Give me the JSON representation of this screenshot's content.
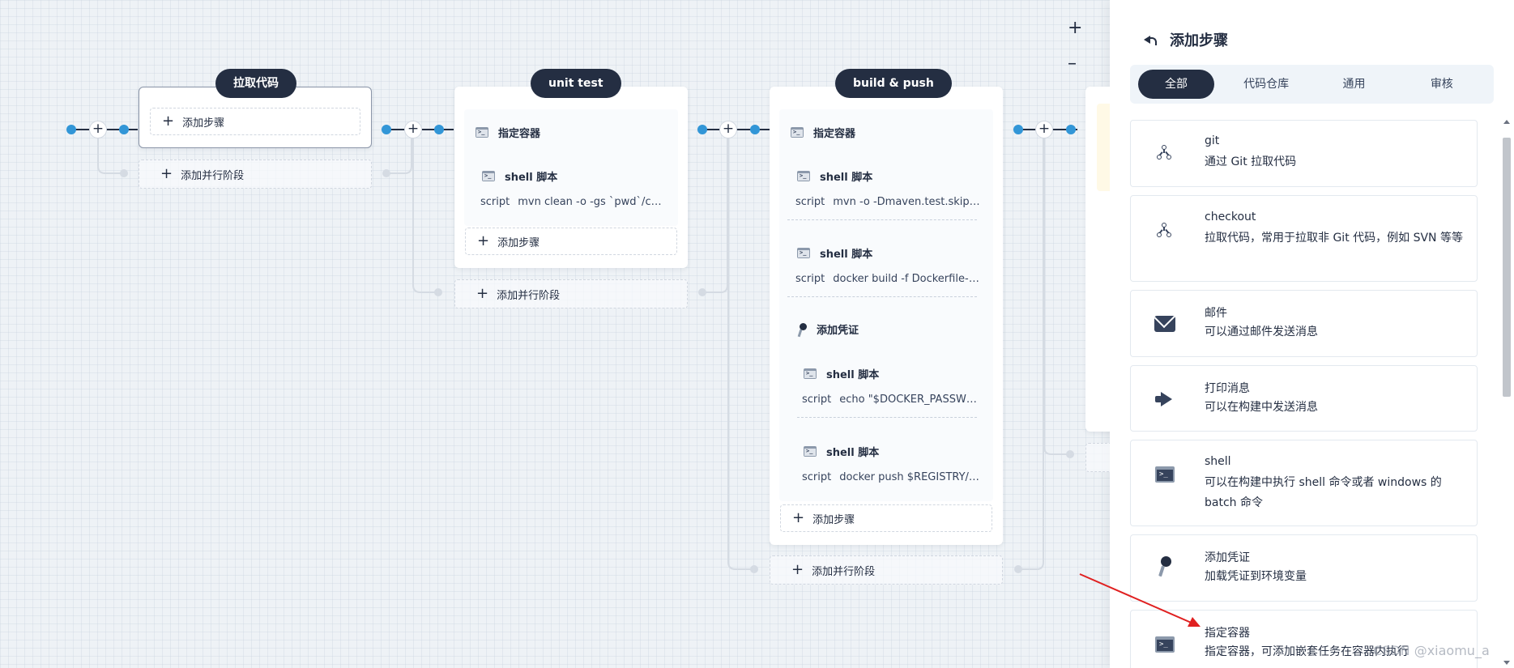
{
  "zoom": {
    "in": "+",
    "out": "–"
  },
  "stages": [
    {
      "title": "拉取代码",
      "add_step": "添加步骤",
      "add_parallel": "添加并行阶段"
    },
    {
      "title": "unit test",
      "container": "指定容器",
      "steps": [
        {
          "title": "shell 脚本",
          "label": "script",
          "value": "mvn clean -o -gs `pwd`/configuration/settings.xml test"
        }
      ],
      "add_step": "添加步骤",
      "add_parallel": "添加并行阶段"
    },
    {
      "title": "build & push",
      "container": "指定容器",
      "steps": [
        {
          "title": "shell 脚本",
          "label": "script",
          "value": "mvn -o -Dmaven.test.skip=true -gs `pwd`/configuration/settings.xml clean package"
        },
        {
          "title": "shell 脚本",
          "label": "script",
          "value": "docker build -f Dockerfile-online -t $REGISTRY/$DOCKERHUB_NAMESPACE/$APP_NAME:SNAPSHOT-$BRANCH_NAME-$BUILD_NUMBER ."
        }
      ],
      "credential": "添加凭证",
      "cred_steps": [
        {
          "title": "shell 脚本",
          "label": "script",
          "value": "echo \"$DOCKER_PASSWORD\" | docker login $REGISTRY -u \"$DOCKER_USERNAME\" --password-stdin"
        },
        {
          "title": "shell 脚本",
          "label": "script",
          "value": "docker push $REGISTRY/$DOCKERHUB_NAMESPACE/$APP_NAME:SNAPSHOT-$BRANCH_NAME-$BUILD_NUMBER"
        }
      ],
      "add_step": "添加步骤",
      "add_parallel": "添加并行阶段"
    }
  ],
  "drawer": {
    "title": "添加步骤",
    "tabs": [
      "全部",
      "代码仓库",
      "通用",
      "审核"
    ],
    "active_tab": "全部",
    "tasks": [
      {
        "name": "git",
        "desc": "通过 Git 拉取代码",
        "icon": "git-icon"
      },
      {
        "name": "checkout",
        "desc": "拉取代码，常用于拉取非 Git 代码，例如 SVN 等等",
        "icon": "git-icon"
      },
      {
        "name": "邮件",
        "desc": "可以通过邮件发送消息",
        "icon": "mail-icon"
      },
      {
        "name": "打印消息",
        "desc": "可以在构建中发送消息",
        "icon": "megaphone-icon"
      },
      {
        "name": "shell",
        "desc": "可以在构建中执行 shell 命令或者 windows 的 batch 命令",
        "icon": "terminal-icon"
      },
      {
        "name": "添加凭证",
        "desc": "加载凭证到环境变量",
        "icon": "key-icon"
      },
      {
        "name": "指定容器",
        "desc": "指定容器，可添加嵌套任务在容器内执行",
        "icon": "terminal-icon"
      }
    ]
  },
  "watermark": "CSDN @xiaomu_a",
  "colors": {
    "dark": "#242e42",
    "node": "#3296d7",
    "arrow": "#e02020"
  }
}
